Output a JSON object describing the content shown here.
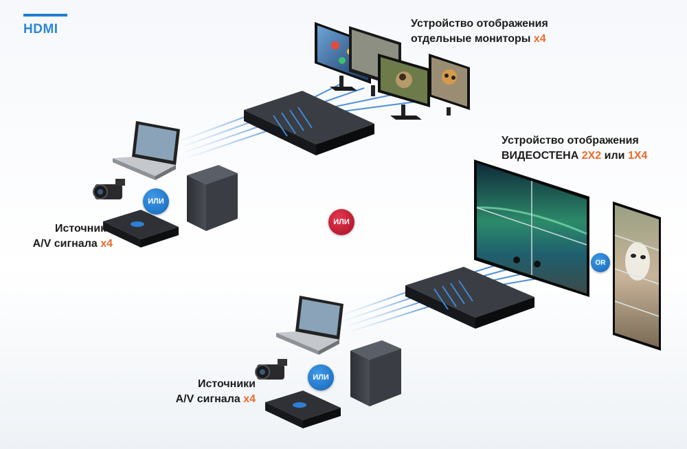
{
  "header": {
    "label": "HDMI"
  },
  "top_display": {
    "line1": "Устройство отображения",
    "line2_text": "отдельные мониторы ",
    "line2_accent": "x4"
  },
  "wall_display": {
    "line1": "Устройство отображения",
    "line2_text": "ВИДЕОСТЕНА ",
    "line2_accent_a": "2X2",
    "line2_mid": " или ",
    "line2_accent_b": "1X4"
  },
  "sources_top": {
    "line1": "Источники",
    "line2_text": "A/V  сигнала ",
    "line2_accent": "x4"
  },
  "sources_bottom": {
    "line1": "Источники",
    "line2_text": "A/V  сигнала ",
    "line2_accent": "x4"
  },
  "badges": {
    "or_top": "ИЛИ",
    "or_center": "ИЛИ",
    "or_bottom": "ИЛИ",
    "or_wall": "OR"
  },
  "colors": {
    "accent": "#f06a28",
    "brand_blue": "#1f7fd0",
    "badge_red": "#c01530",
    "cable": "#4a90d9"
  }
}
